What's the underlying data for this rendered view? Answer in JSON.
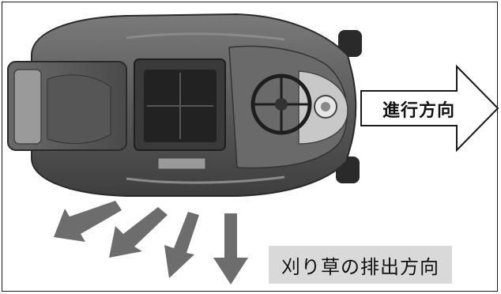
{
  "labels": {
    "travel_direction": "進行方向",
    "discharge_direction": "刈り草の排出方向"
  },
  "colors": {
    "mower_body": "#5e5e5e",
    "mower_dark": "#2e2e2e",
    "mower_light": "#8a8a8a",
    "arrow_gray": "#6d6d6d",
    "label_background": "#d9d9d9",
    "travel_arrow_fill": "#ffffff",
    "border": "#1a1a1a"
  },
  "icons": {
    "travel_arrow": "right-arrow-outline",
    "discharge_arrows": "down-left-arrow"
  }
}
